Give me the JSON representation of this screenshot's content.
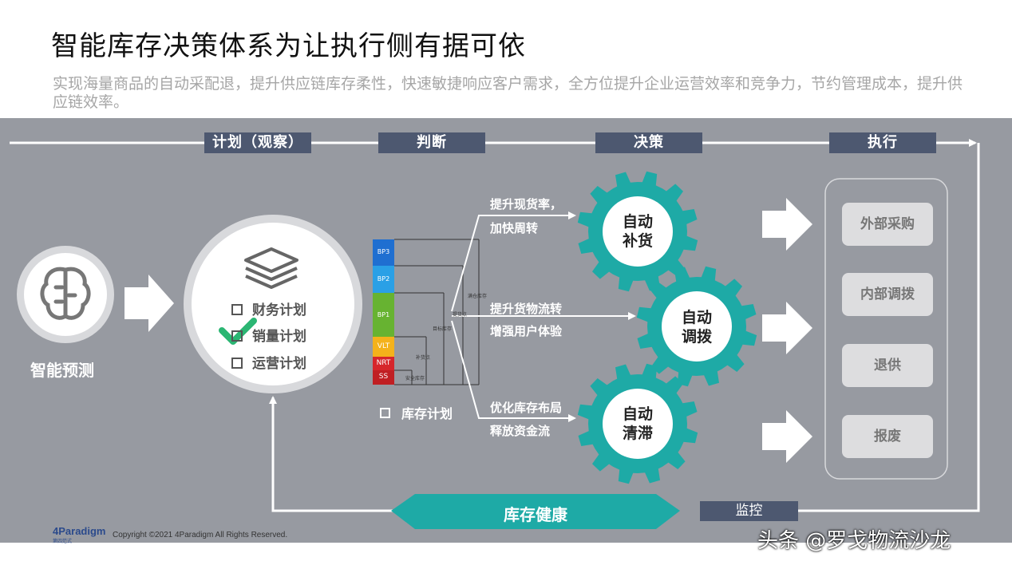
{
  "title": "智能库存决策体系为让执行侧有据可依",
  "subtitle": "实现海量商品的自动采配退，提升供应链库存柔性，快速敏捷响应客户需求，全方位提升企业运营效率和竞争力，节约管理成本，提升供应链效率。",
  "stages": {
    "plan": "计划（观察）",
    "judge": "判断",
    "decide": "决策",
    "execute": "执行"
  },
  "forecast": {
    "label": "智能预测"
  },
  "plans": {
    "finance": "财务计划",
    "sales": "销量计划",
    "ops": "运营计划"
  },
  "inventory": {
    "label": "库存计划",
    "levels": [
      "BP3",
      "BP2",
      "BP1",
      "VLT",
      "NRT",
      "SS"
    ],
    "mini_labels": [
      "安全库存",
      "补货点",
      "目标库存",
      "提货点",
      "满仓库存"
    ]
  },
  "benefits": [
    {
      "line1": "提升现货率，",
      "line2": "加快周转"
    },
    {
      "line1": "提升货物流转",
      "line2": "增强用户体验"
    },
    {
      "line1": "优化库存布局",
      "line2": "释放资金流"
    }
  ],
  "gears": [
    {
      "line1": "自动",
      "line2": "补货"
    },
    {
      "line1": "自动",
      "line2": "调拨"
    },
    {
      "line1": "自动",
      "line2": "清滞"
    }
  ],
  "execution": [
    "外部采购",
    "内部调拨",
    "退供",
    "报废"
  ],
  "health": "库存健康",
  "monitor": "监控",
  "footer": {
    "logo": "4Paradigm",
    "logo_sub": "第四范式",
    "copyright": "Copyright ©2021 4Paradigm All Rights Reserved."
  },
  "watermark": "头条 @罗戈物流沙龙",
  "colors": {
    "panel": "#979aa1",
    "stage_bar": "#4d5870",
    "gear": "#1eaaa6",
    "check": "#2bb673",
    "bp_blue": "#1f6fd1",
    "bp_light": "#2aa0e6",
    "bp_green": "#67b331",
    "vlt": "#f4b21b",
    "nrt": "#d6262b"
  }
}
